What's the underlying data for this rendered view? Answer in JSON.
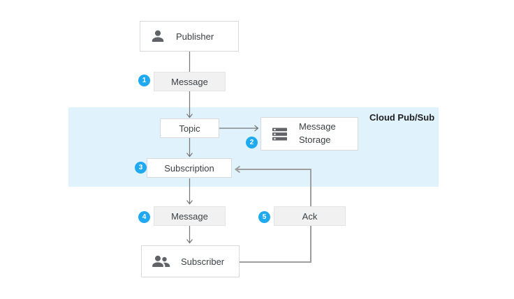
{
  "region": {
    "label": "Cloud Pub/Sub"
  },
  "nodes": {
    "publisher": {
      "label": "Publisher",
      "icon": "person-icon"
    },
    "message_in": {
      "label": "Message",
      "badge": "1"
    },
    "topic": {
      "label": "Topic"
    },
    "message_storage": {
      "label": "Message Storage",
      "badge": "2",
      "icon": "storage-icon"
    },
    "subscription": {
      "label": "Subscription",
      "badge": "3"
    },
    "message_out": {
      "label": "Message",
      "badge": "4"
    },
    "ack": {
      "label": "Ack",
      "badge": "5"
    },
    "subscriber": {
      "label": "Subscriber",
      "icon": "people-icon"
    }
  },
  "colors": {
    "region_background": "#e0f2fc",
    "badge_blue": "#1fa9f1",
    "gray_box_background": "#f1f1f1",
    "white_box_border": "#d9d9d9",
    "arrow_gray": "#757575",
    "ack_line_gray": "#9e9e9e",
    "icon_gray": "#5f6368",
    "label_text": "#3c4043",
    "region_label_text": "#1f1f1f"
  }
}
